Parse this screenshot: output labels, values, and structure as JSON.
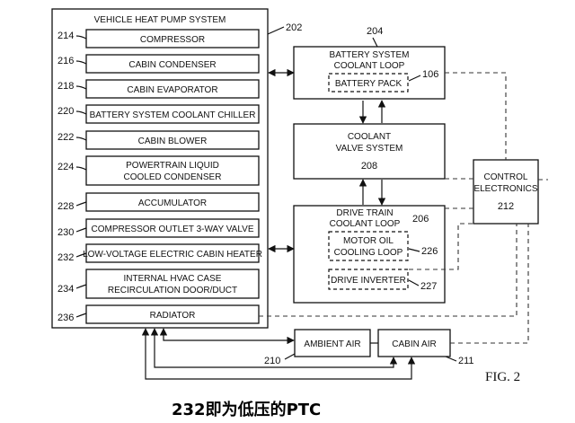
{
  "system": {
    "title": "VEHICLE HEAT PUMP SYSTEM",
    "ref": "202",
    "components": [
      {
        "ref": "214",
        "label": "COMPRESSOR"
      },
      {
        "ref": "216",
        "label": "CABIN CONDENSER"
      },
      {
        "ref": "218",
        "label": "CABIN EVAPORATOR"
      },
      {
        "ref": "220",
        "label": "BATTERY SYSTEM COOLANT CHILLER"
      },
      {
        "ref": "222",
        "label": "CABIN BLOWER"
      },
      {
        "ref": "224",
        "label_line1": "POWERTRAIN LIQUID",
        "label_line2": "COOLED CONDENSER"
      },
      {
        "ref": "228",
        "label": "ACCUMULATOR"
      },
      {
        "ref": "230",
        "label": "COMPRESSOR OUTLET 3-WAY VALVE"
      },
      {
        "ref": "232",
        "label": "LOW-VOLTAGE ELECTRIC CABIN HEATER"
      },
      {
        "ref": "234",
        "label_line1": "INTERNAL HVAC CASE",
        "label_line2": "RECIRCULATION DOOR/DUCT"
      },
      {
        "ref": "236",
        "label": "RADIATOR"
      }
    ]
  },
  "battery_loop": {
    "line1": "BATTERY SYSTEM",
    "line2": "COOLANT LOOP",
    "ref": "204",
    "pack": {
      "label": "BATTERY PACK",
      "ref": "106"
    }
  },
  "valve_system": {
    "line1": "COOLANT",
    "line2": "VALVE SYSTEM",
    "ref": "208"
  },
  "drive_loop": {
    "line1": "DRIVE TRAIN",
    "line2": "COOLANT LOOP",
    "ref": "206",
    "motor_oil": {
      "line1": "MOTOR OIL",
      "line2": "COOLING LOOP",
      "ref": "226"
    },
    "inverter": {
      "label": "DRIVE INVERTER",
      "ref": "227"
    }
  },
  "control": {
    "line1": "CONTROL",
    "line2": "ELECTRONICS",
    "ref": "212"
  },
  "ambient_air": {
    "label": "AMBIENT AIR",
    "ref": "210"
  },
  "cabin_air": {
    "label": "CABIN AIR",
    "ref": "211"
  },
  "figure_label": "FIG. 2",
  "caption": "232即为低压的PTC"
}
